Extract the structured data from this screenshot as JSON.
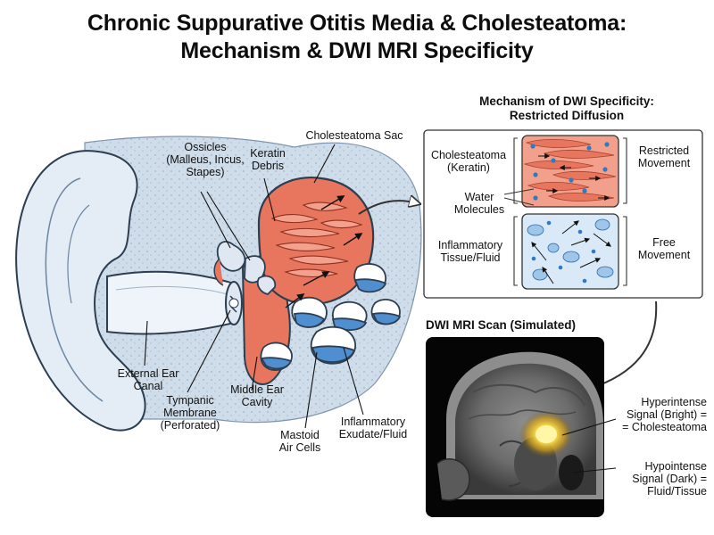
{
  "title": {
    "line1": "Chronic Suppurative Otitis Media & Cholesteatoma:",
    "line2": "Mechanism & DWI MRI Specificity"
  },
  "ear_labels": {
    "ossicles": [
      "Ossicles",
      "(Malleus, Incus,",
      "Stapes)"
    ],
    "keratin": [
      "Keratin",
      "Debris"
    ],
    "sac": [
      "Cholesteatoma Sac"
    ],
    "canal": [
      "External Ear",
      "Canal"
    ],
    "tympanic": [
      "Tympanic",
      "Membrane",
      "(Perforated)"
    ],
    "middle_ear": [
      "Middle Ear",
      "Cavity"
    ],
    "mastoid": [
      "Mastoid",
      "Air Cells"
    ],
    "exudate": [
      "Inflammatory",
      "Exudate/Fluid"
    ]
  },
  "mechanism": {
    "title": [
      "Mechanism of DWI Specificity:",
      "Restricted Diffusion"
    ],
    "cholesteatoma": [
      "Cholesteatoma",
      "(Keratin)"
    ],
    "water": [
      "Water",
      "Molecules"
    ],
    "inflammatory": [
      "Inflammatory",
      "Tissue/Fluid"
    ],
    "restricted": [
      "Restricted",
      "Movement"
    ],
    "free": [
      "Free",
      "Movement"
    ]
  },
  "mri": {
    "title": "DWI MRI Scan (Simulated)",
    "hyper": [
      "Hyperintense",
      "Signal (Bright) =",
      "= Cholesteatoma"
    ],
    "hypo": [
      "Hypointense",
      "Signal (Dark) =",
      "Fluid/Tissue"
    ]
  },
  "colors": {
    "cholesteatoma": "#e8765f",
    "bone": "#c7d6e6",
    "fluid": "#4f8fd0",
    "outline": "#2c3e50",
    "hyperintense": "#ffe34d"
  }
}
